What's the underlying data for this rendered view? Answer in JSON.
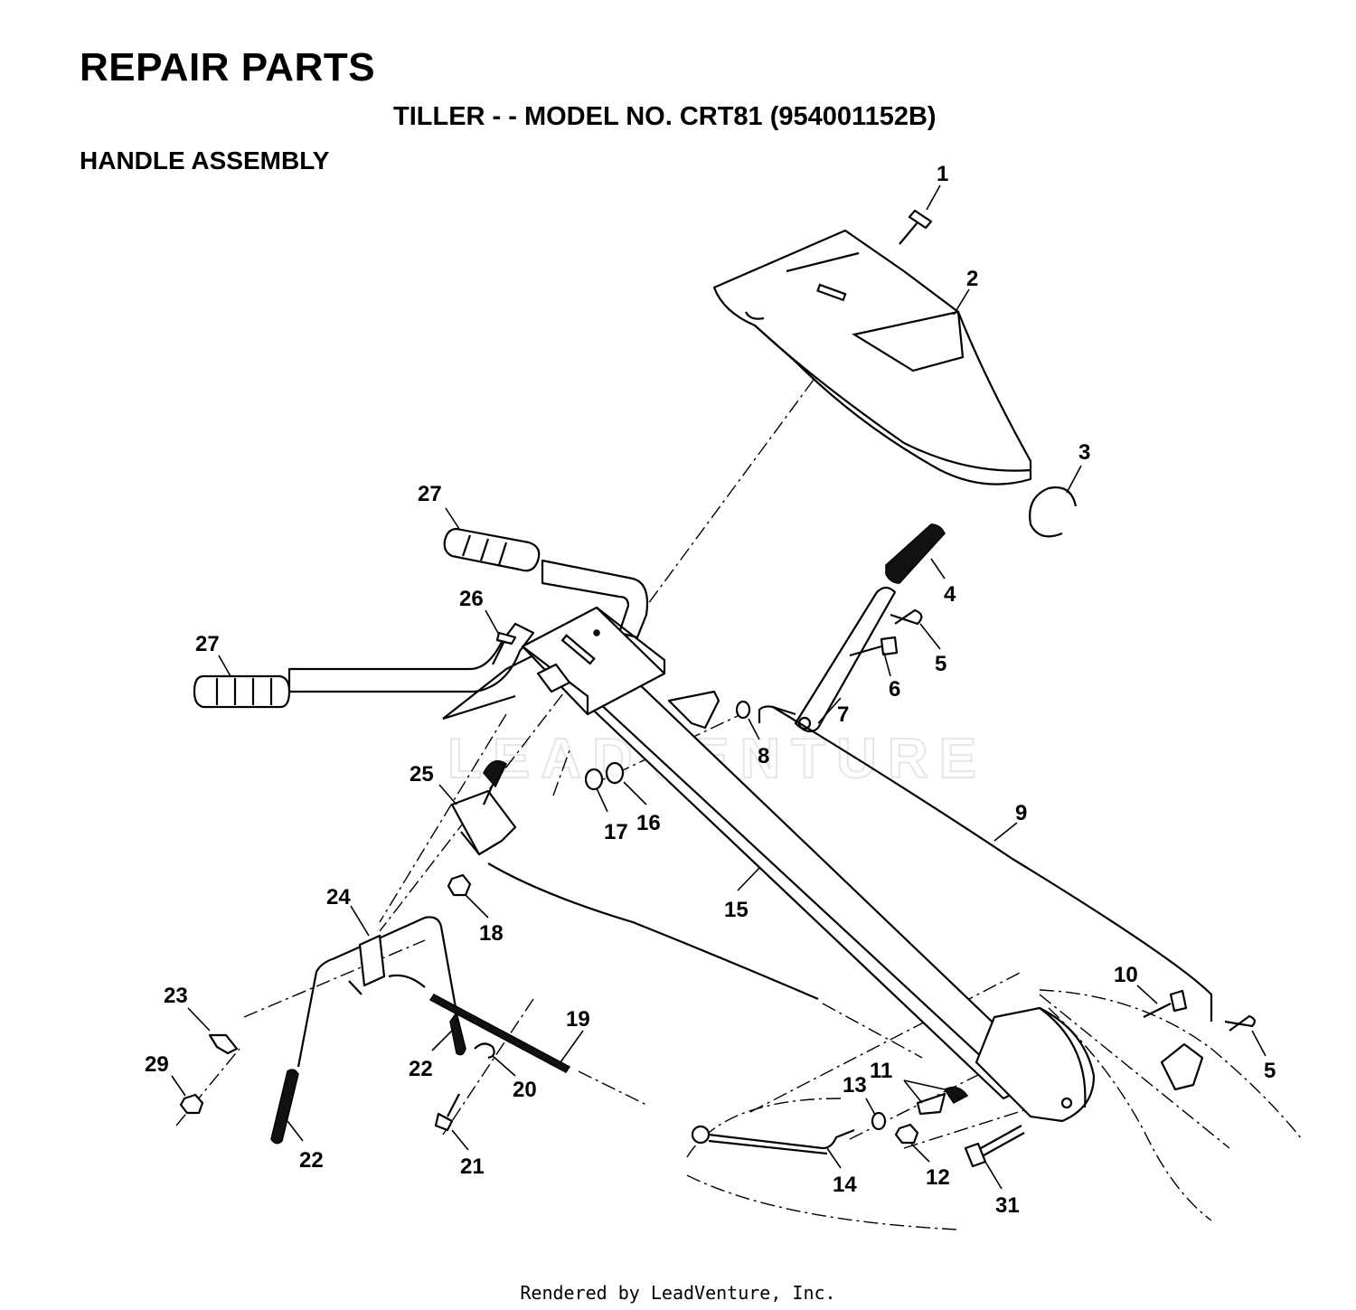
{
  "header": {
    "title": "REPAIR PARTS",
    "subtitle": "TILLER - - MODEL NO. CRT81 (954001152B)",
    "section": "HANDLE ASSEMBLY"
  },
  "watermark": "LEADVENTURE",
  "footer": "Rendered by LeadVenture, Inc.",
  "callouts": {
    "p1": "1",
    "p2": "2",
    "p3": "3",
    "p4": "4",
    "p5a": "5",
    "p5b": "5",
    "p6": "6",
    "p7": "7",
    "p8": "8",
    "p9": "9",
    "p10": "10",
    "p11": "11",
    "p12": "12",
    "p13": "13",
    "p14": "14",
    "p15": "15",
    "p16": "16",
    "p17": "17",
    "p18": "18",
    "p19": "19",
    "p20": "20",
    "p21": "21",
    "p22a": "22",
    "p22b": "22",
    "p23": "23",
    "p24": "24",
    "p25": "25",
    "p26": "26",
    "p27a": "27",
    "p27b": "27",
    "p29": "29",
    "p31": "31"
  }
}
